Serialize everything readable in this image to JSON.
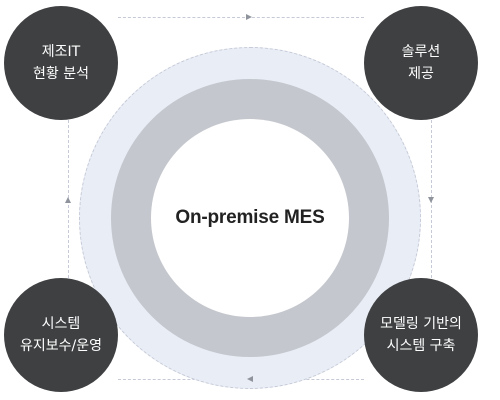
{
  "center": {
    "label": "On-premise MES"
  },
  "nodes": [
    {
      "lines": [
        "제조IT",
        "현황 분석"
      ]
    },
    {
      "lines": [
        "솔루션",
        "제공"
      ]
    },
    {
      "lines": [
        "모델링 기반의",
        "시스템 구축"
      ]
    },
    {
      "lines": [
        "시스템",
        "유지보수/운영"
      ]
    }
  ],
  "colors": {
    "node_fill": "#3f4042",
    "outer_ring": "#e9edf6",
    "inner_ring": "#c4c7cd",
    "arrow": "#8e939c"
  },
  "flow_direction": "clockwise"
}
